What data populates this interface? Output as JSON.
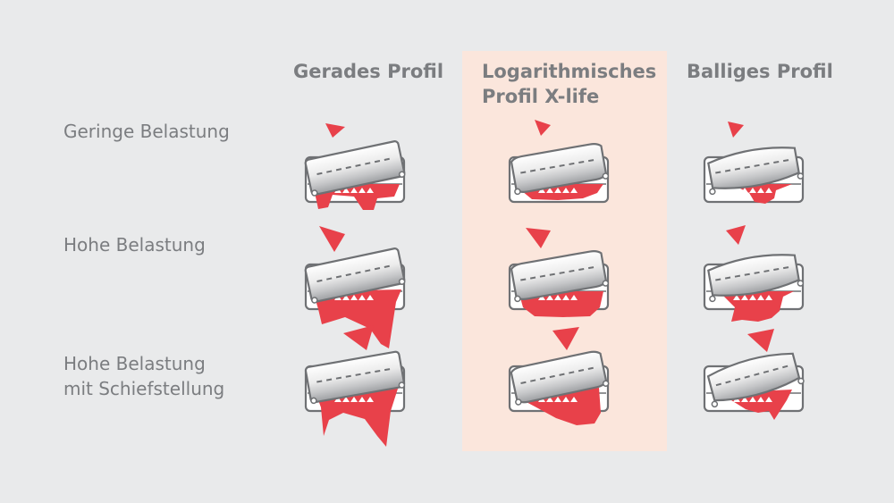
{
  "columns": [
    {
      "lines": [
        "Gerades Profil"
      ]
    },
    {
      "lines": [
        "Logarithmisches",
        "Profil X-life"
      ],
      "highlighted": true
    },
    {
      "lines": [
        "Balliges Profil"
      ]
    }
  ],
  "rows": [
    {
      "lines": [
        "Geringe Belastung"
      ]
    },
    {
      "lines": [
        "Hohe Belastung"
      ]
    },
    {
      "lines": [
        "Hohe Belastung",
        "mit Schiefstellung"
      ]
    }
  ],
  "colors": {
    "background": "#e9eaeb",
    "highlight": "#fbe6dc",
    "accent_red": "#e8414a",
    "outline": "#6f7174",
    "text": "#7b7d80"
  }
}
